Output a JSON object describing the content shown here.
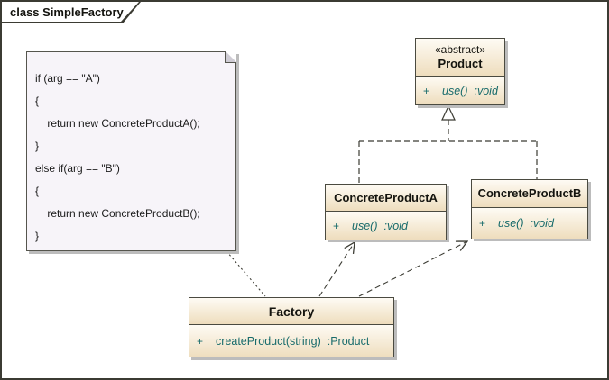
{
  "frame": {
    "title": "class SimpleFactory"
  },
  "note": {
    "lines": [
      "if (arg == \"A\")",
      "{",
      "    return new ConcreteProductA();",
      "}",
      "else if(arg == \"B\")",
      "{",
      "    return new ConcreteProductB();",
      "}"
    ]
  },
  "classes": {
    "product": {
      "stereotype": "«abstract»",
      "name": "Product",
      "operation": {
        "visibility": "+",
        "signature": "use()",
        "return_type": ":void"
      }
    },
    "concrete_product_a": {
      "name": "ConcreteProductA",
      "operation": {
        "visibility": "+",
        "signature": "use()",
        "return_type": ":void"
      }
    },
    "concrete_product_b": {
      "name": "ConcreteProductB",
      "operation": {
        "visibility": "+",
        "signature": "use()",
        "return_type": ":void"
      }
    },
    "factory": {
      "name": "Factory",
      "operation": {
        "visibility": "+",
        "signature": "createProduct(string)",
        "return_type": ":Product"
      }
    }
  },
  "colors": {
    "frame_border": "#3b3b33",
    "class_fill_top": "#fefbf4",
    "class_fill_bottom": "#eeddbd",
    "operation_text": "#186b6b",
    "note_fill": "#f7f4f9",
    "shadow": "#bcbcbc"
  }
}
